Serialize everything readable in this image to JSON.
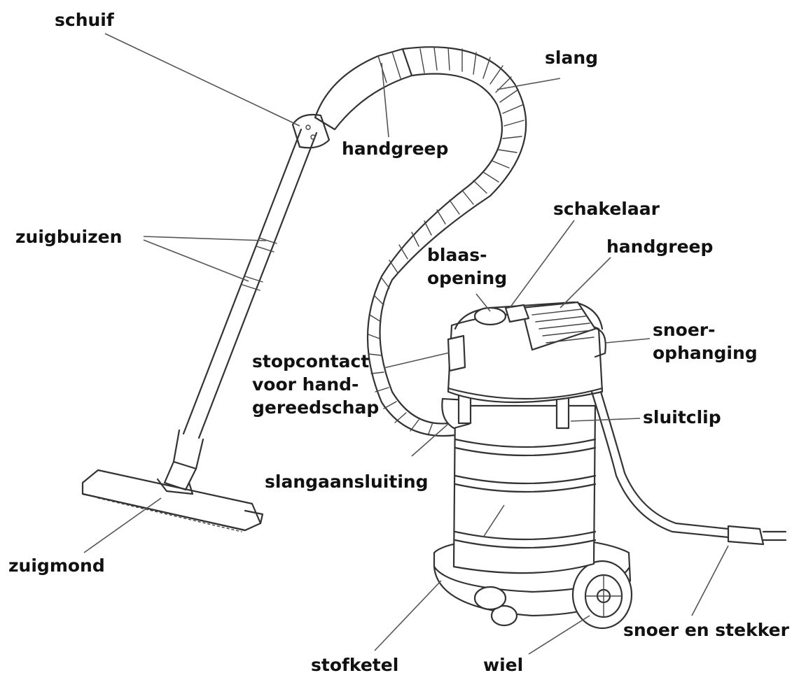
{
  "labels": {
    "schuif": "schuif",
    "slang": "slang",
    "handgreep_hose": "handgreep",
    "schakelaar": "schakelaar",
    "handgreep_top": "handgreep",
    "blaasopening_1": "blaas-",
    "blaasopening_2": "opening",
    "zuigbuizen": "zuigbuizen",
    "snoerophanging_1": "snoer-",
    "snoerophanging_2": "ophanging",
    "stopcontact_1": "stopcontact",
    "stopcontact_2": "voor hand-",
    "stopcontact_3": "gereedschap",
    "sluitclip": "sluitclip",
    "slangaansluiting": "slangaansluiting",
    "zuigmond": "zuigmond",
    "snoer_en_stekker": "snoer en stekker",
    "stofketel": "stofketel",
    "wiel": "wiel"
  }
}
